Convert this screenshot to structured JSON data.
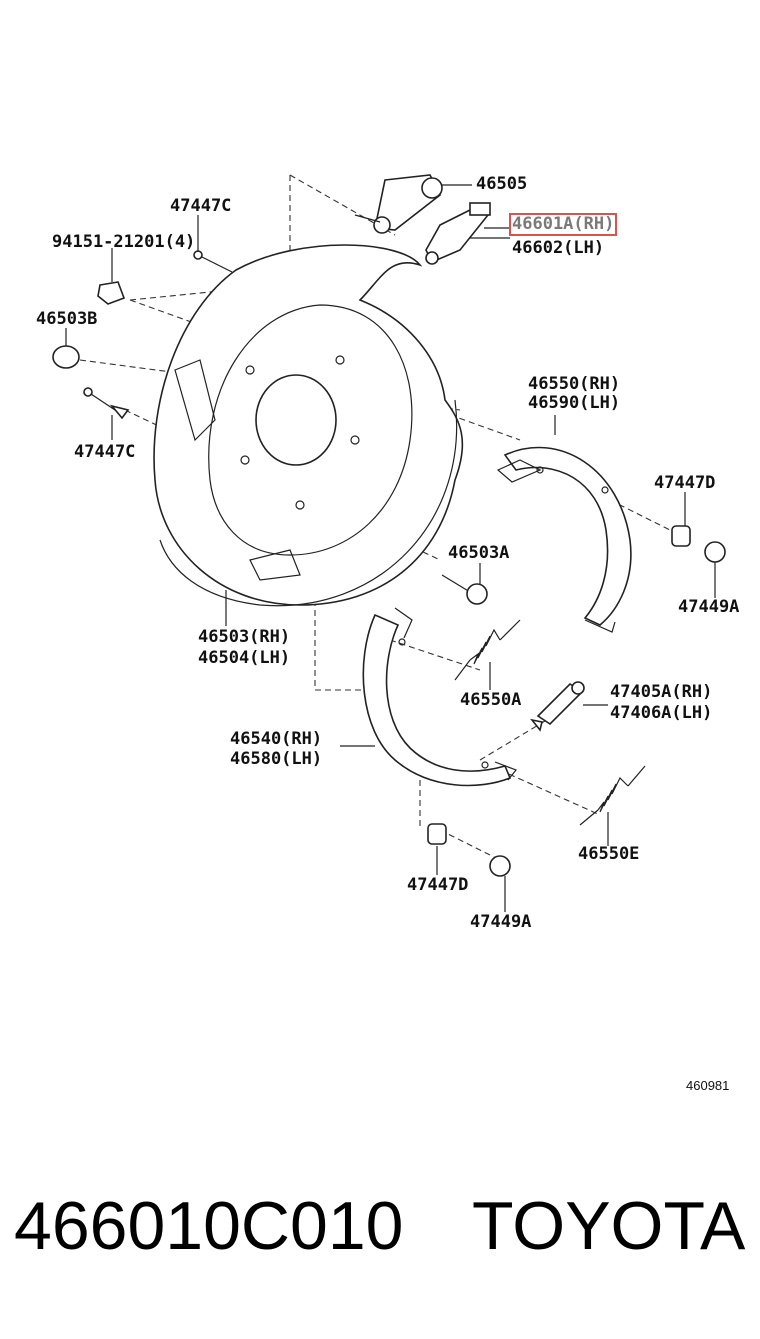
{
  "labels": {
    "p46505": "46505",
    "p46601A": "46601A(RH)",
    "p46602": "46602(LH)",
    "p47447C_top": "47447C",
    "p94151": "94151-21201(4)",
    "p46503B": "46503B",
    "p47447C_mid": "47447C",
    "p46550": "46550(RH)",
    "p46590": "46590(LH)",
    "p47447D_right": "47447D",
    "p46503A": "46503A",
    "p47449A_right": "47449A",
    "p46503": "46503(RH)",
    "p46504": "46504(LH)",
    "p46550A": "46550A",
    "p47405A": "47405A(RH)",
    "p47406A": "47406A(LH)",
    "p46540": "46540(RH)",
    "p46580": "46580(LH)",
    "p46550E": "46550E",
    "p47447D_bottom": "47447D",
    "p47449A_bottom": "47449A"
  },
  "diagram_id": "460981",
  "part_number": "466010C010",
  "brand": "TOYOTA",
  "colors": {
    "highlight_box": "#d9534f",
    "ink": "#111111"
  }
}
